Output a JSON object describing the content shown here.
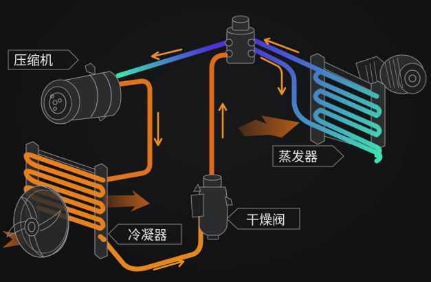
{
  "diagram": {
    "title": "",
    "type": "automotive air-conditioning refrigeration cycle",
    "components": [
      {
        "id": "compressor",
        "label": "压缩机"
      },
      {
        "id": "condenser",
        "label": "冷凝器"
      },
      {
        "id": "drier",
        "label": "干燥阀"
      },
      {
        "id": "evaporator",
        "label": "蒸发器"
      },
      {
        "id": "expansion-valve",
        "label": ""
      },
      {
        "id": "condenser-fan",
        "label": ""
      },
      {
        "id": "blower-fan",
        "label": ""
      }
    ],
    "flow": [
      {
        "from": "compressor",
        "to": "condenser",
        "pipe": "high-pressure",
        "direction": "down"
      },
      {
        "from": "condenser",
        "to": "drier",
        "pipe": "high-pressure",
        "direction": "right"
      },
      {
        "from": "drier",
        "to": "expansion-valve",
        "pipe": "high-pressure",
        "direction": "up"
      },
      {
        "from": "expansion-valve",
        "to": "evaporator",
        "pipe": "low-pressure",
        "direction": "down"
      },
      {
        "from": "evaporator",
        "to": "expansion-valve",
        "pipe": "low-pressure",
        "direction": "up-left"
      },
      {
        "from": "expansion-valve",
        "to": "compressor",
        "pipe": "low-pressure",
        "direction": "left"
      }
    ],
    "colors": {
      "hot_pipe": "#e8801e",
      "cold_pipe_start": "#4b35d8",
      "cold_pipe_end": "#3fe0b0",
      "arrow": "#f0901e",
      "air_flow": "#c0601a",
      "background": "#111213",
      "outline": "#9a9a9a",
      "label_text": "#e8e8e8"
    }
  }
}
